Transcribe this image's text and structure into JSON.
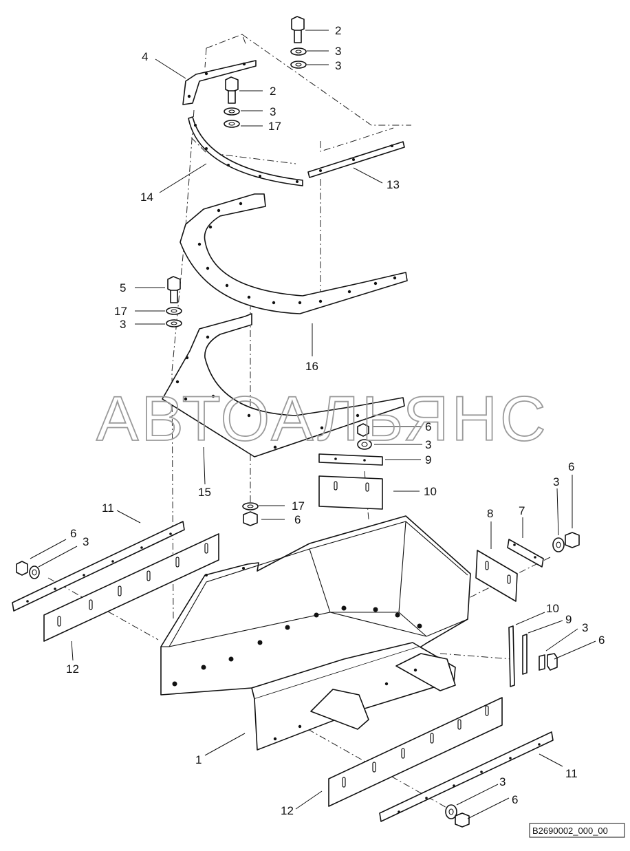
{
  "watermark": "АВТОАЛЬЯНС",
  "drawing_ref": "B2690002_000_00",
  "callouts": [
    {
      "id": "c-2a",
      "text": "2"
    },
    {
      "id": "c-3a",
      "text": "3"
    },
    {
      "id": "c-3b",
      "text": "3"
    },
    {
      "id": "c-4",
      "text": "4"
    },
    {
      "id": "c-2b",
      "text": "2"
    },
    {
      "id": "c-3c",
      "text": "3"
    },
    {
      "id": "c-17a",
      "text": "17"
    },
    {
      "id": "c-14",
      "text": "14"
    },
    {
      "id": "c-13",
      "text": "13"
    },
    {
      "id": "c-5",
      "text": "5"
    },
    {
      "id": "c-17b",
      "text": "17"
    },
    {
      "id": "c-3d",
      "text": "3"
    },
    {
      "id": "c-16",
      "text": "16"
    },
    {
      "id": "c-6a",
      "text": "6"
    },
    {
      "id": "c-3e",
      "text": "3"
    },
    {
      "id": "c-9a",
      "text": "9"
    },
    {
      "id": "c-10a",
      "text": "10"
    },
    {
      "id": "c-15",
      "text": "15"
    },
    {
      "id": "c-17c",
      "text": "17"
    },
    {
      "id": "c-6b",
      "text": "6"
    },
    {
      "id": "c-11a",
      "text": "11"
    },
    {
      "id": "c-6c",
      "text": "6"
    },
    {
      "id": "c-3f",
      "text": "3"
    },
    {
      "id": "c-8",
      "text": "8"
    },
    {
      "id": "c-7",
      "text": "7"
    },
    {
      "id": "c-3g",
      "text": "3"
    },
    {
      "id": "c-6d",
      "text": "6"
    },
    {
      "id": "c-12a",
      "text": "12"
    },
    {
      "id": "c-10b",
      "text": "10"
    },
    {
      "id": "c-9b",
      "text": "9"
    },
    {
      "id": "c-3h",
      "text": "3"
    },
    {
      "id": "c-6e",
      "text": "6"
    },
    {
      "id": "c-1",
      "text": "1"
    },
    {
      "id": "c-11b",
      "text": "11"
    },
    {
      "id": "c-3i",
      "text": "3"
    },
    {
      "id": "c-6f",
      "text": "6"
    },
    {
      "id": "c-12b",
      "text": "12"
    }
  ]
}
